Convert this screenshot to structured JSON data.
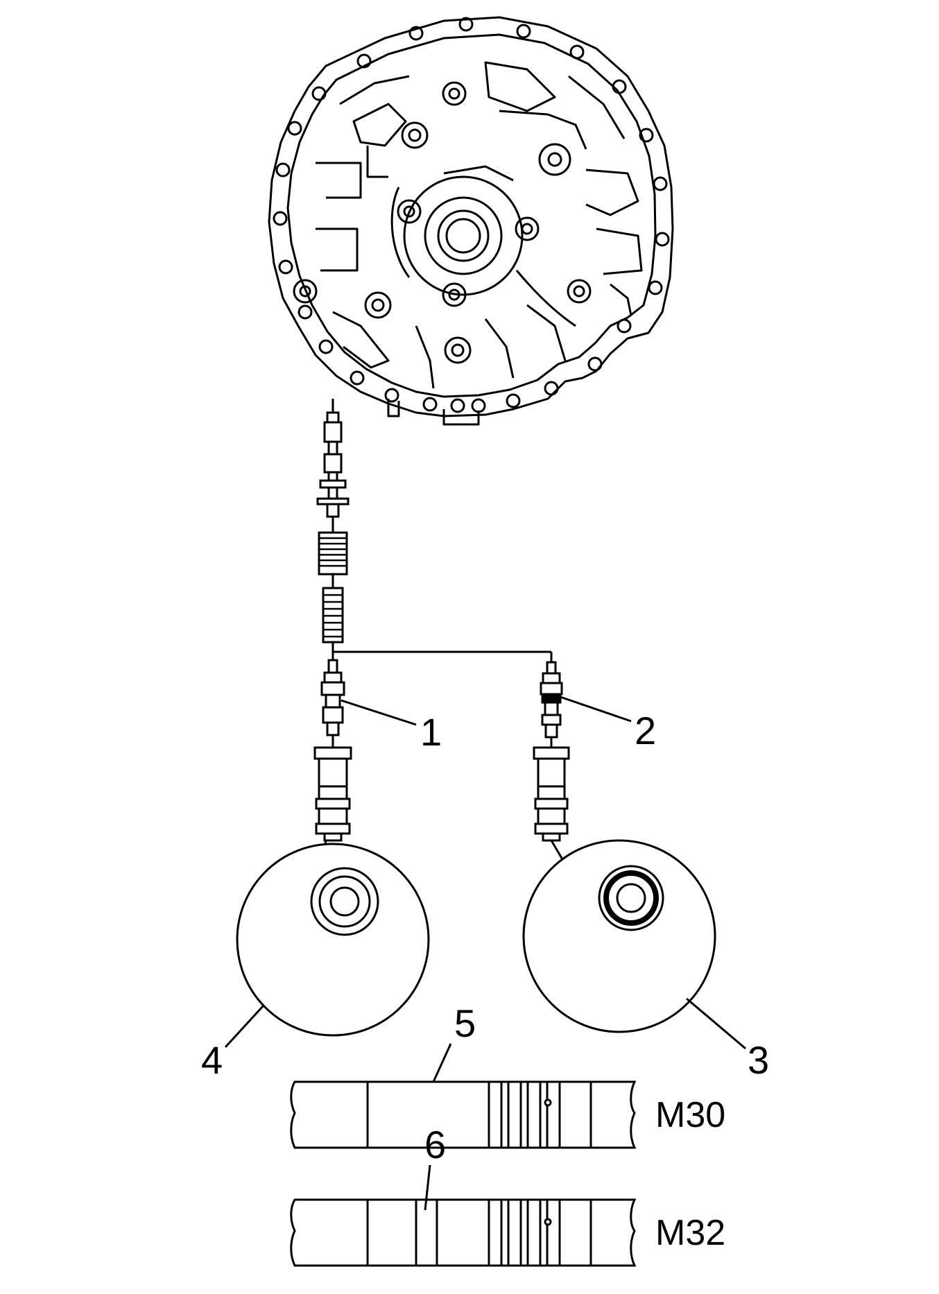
{
  "diagram": {
    "callouts": [
      {
        "id": "1",
        "text": "1"
      },
      {
        "id": "2",
        "text": "2"
      },
      {
        "id": "3",
        "text": "3"
      },
      {
        "id": "4",
        "text": "4"
      },
      {
        "id": "5",
        "text": "5"
      },
      {
        "id": "6",
        "text": "6"
      }
    ],
    "labels": {
      "m30": "M30",
      "m32": "M32"
    },
    "colors": {
      "ink": "#000000",
      "paper": "#ffffff"
    }
  }
}
